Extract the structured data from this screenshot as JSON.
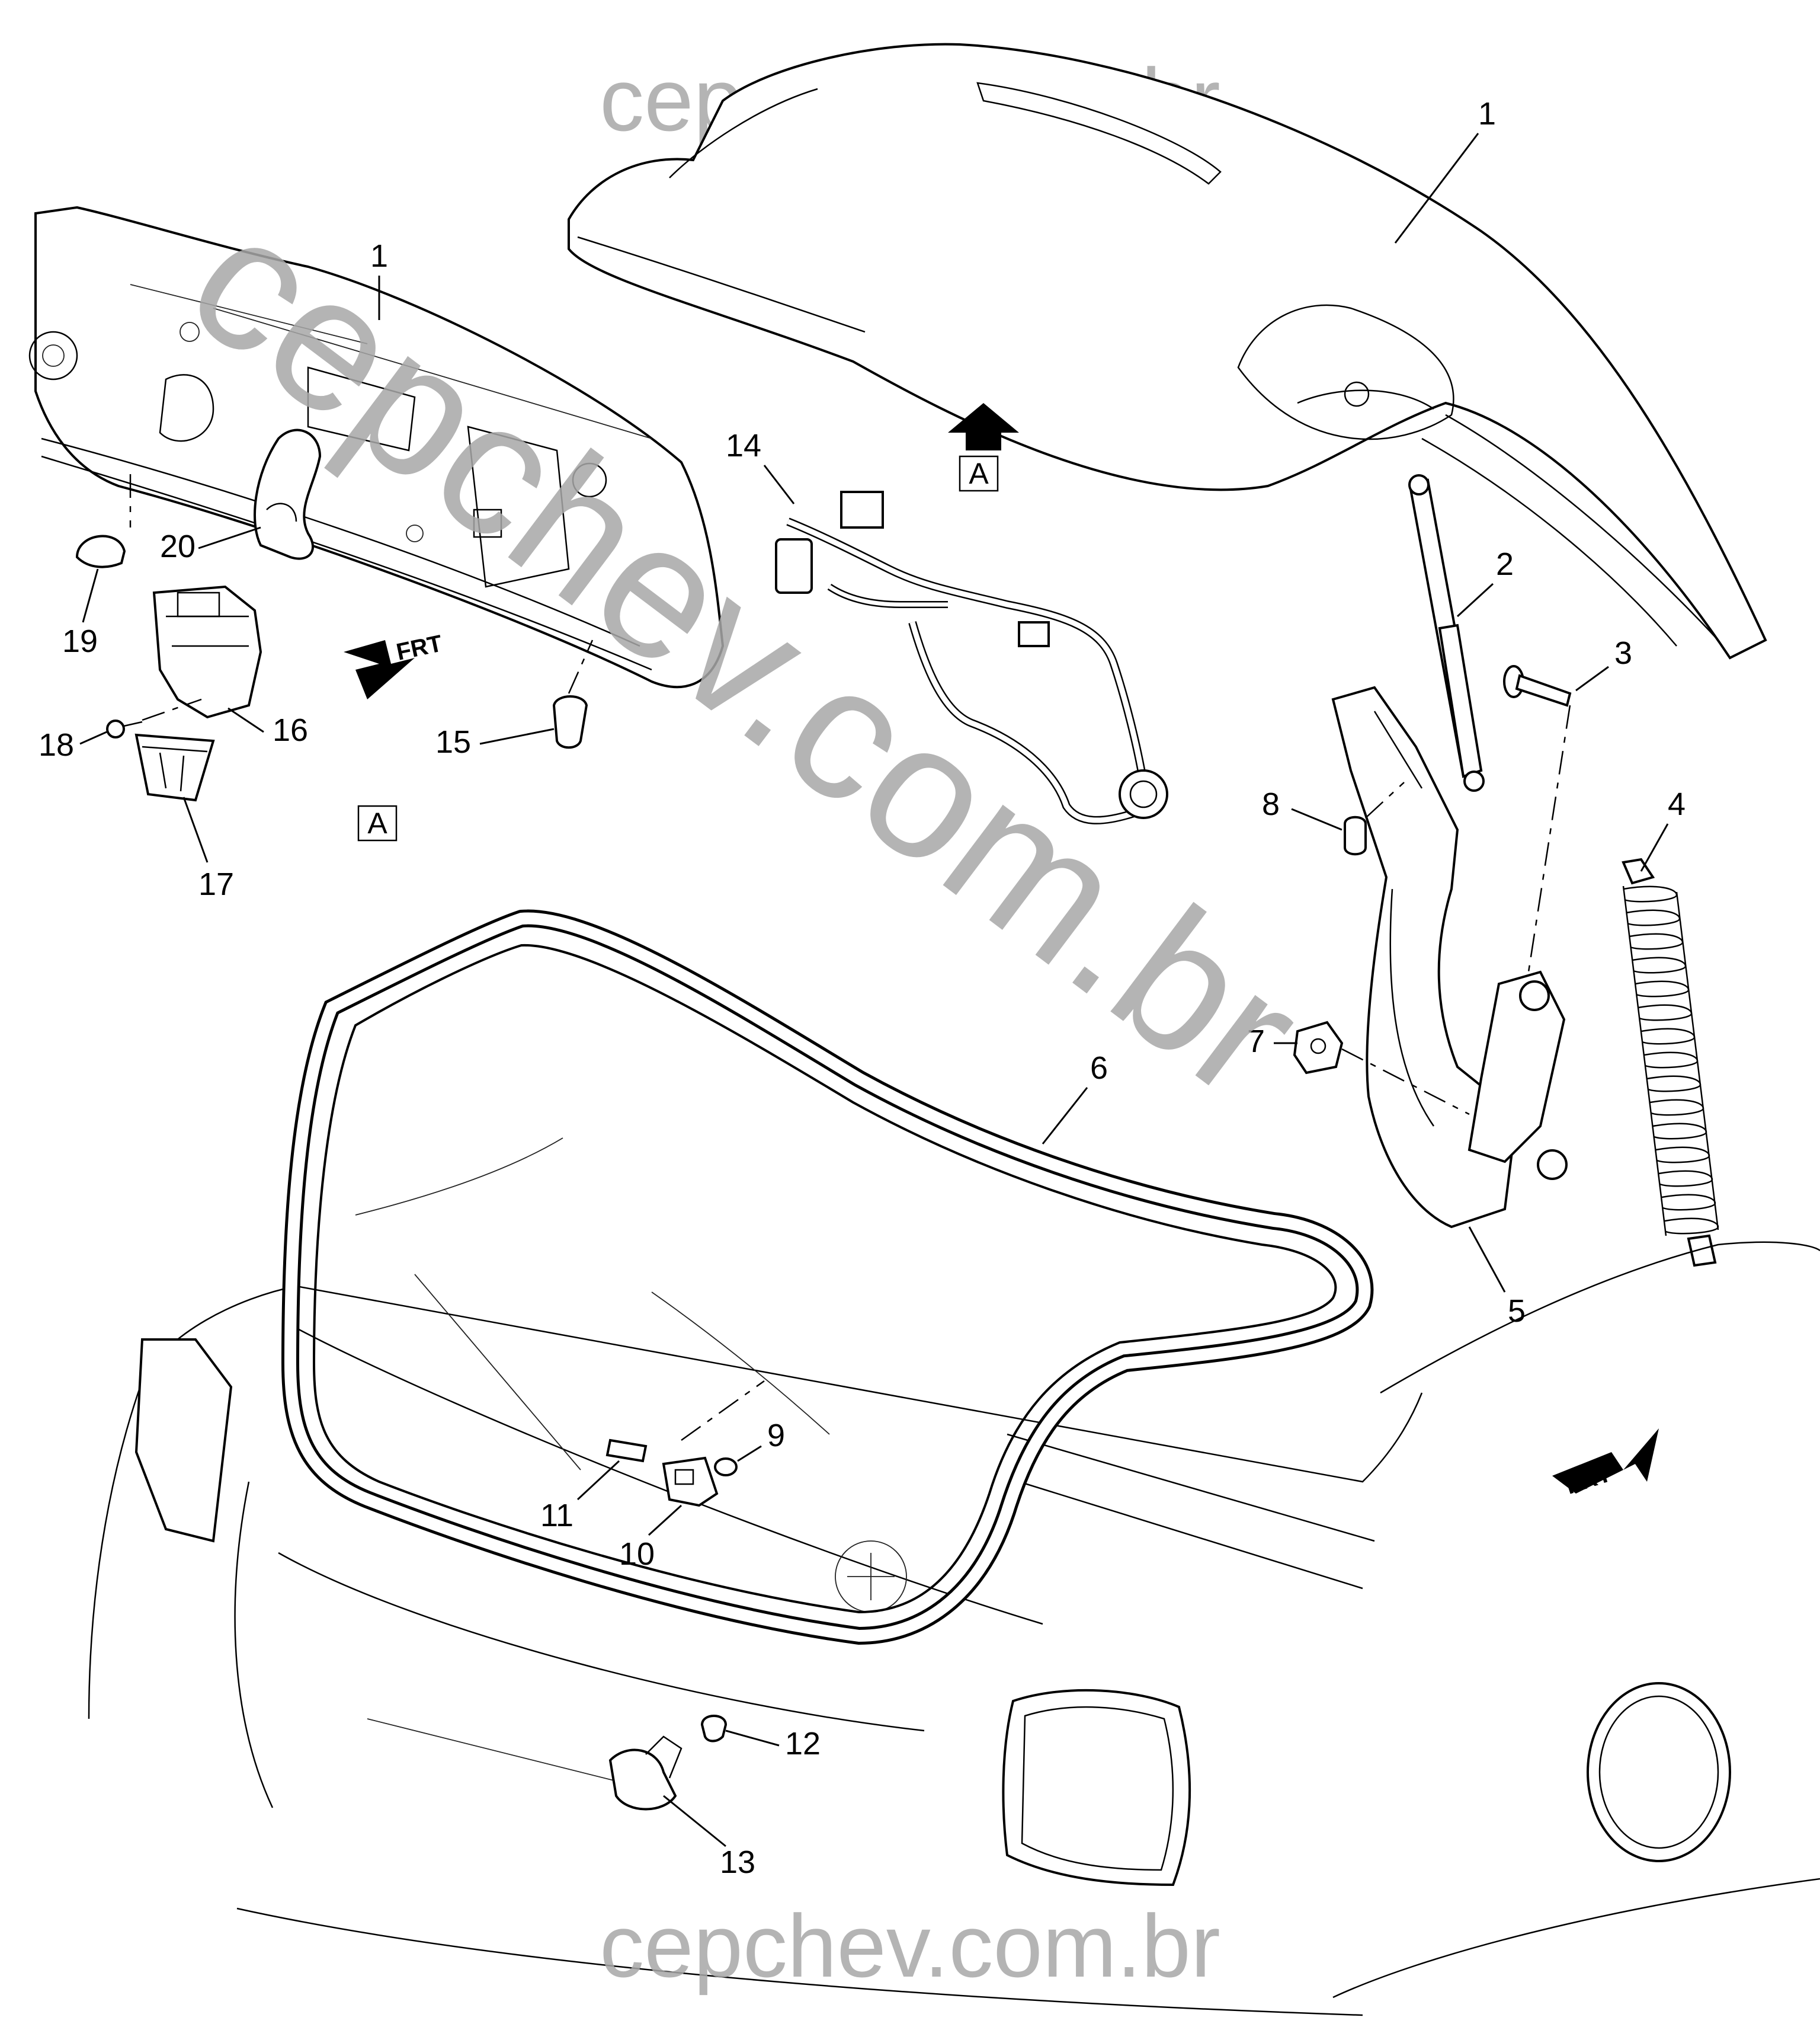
{
  "watermark": {
    "top": "cepchev.com.br",
    "bottom": "cepchev.com.br",
    "diagonal": "cepchev.com.br"
  },
  "view_labels": {
    "a_top": "A",
    "a_detail": "A"
  },
  "frt_labels": {
    "left": "FRT",
    "right": "FRT"
  },
  "callouts": {
    "c1_top": "1",
    "c1_detail": "1",
    "c2": "2",
    "c3": "3",
    "c4": "4",
    "c5": "5",
    "c6": "6",
    "c7": "7",
    "c8": "8",
    "c9": "9",
    "c10": "10",
    "c11": "11",
    "c12": "12",
    "c13": "13",
    "c14": "14",
    "c15": "15",
    "c16": "16",
    "c17": "17",
    "c18": "18",
    "c19": "19",
    "c20": "20"
  }
}
